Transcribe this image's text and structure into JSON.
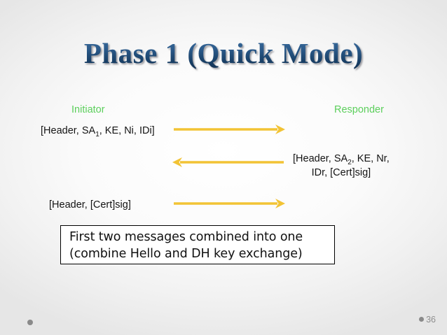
{
  "slide": {
    "title": "Phase 1 (Quick Mode)",
    "page_number": "36",
    "accent_colors": {
      "title_blue": "#1f4e79",
      "party_green": "#5ccf5c",
      "arrow_gold": "#f2c335",
      "footer_gray": "#8a8a8a"
    }
  },
  "parties": {
    "initiator": "Initiator",
    "responder": "Responder"
  },
  "messages": [
    {
      "id": "msg1",
      "direction": "initiator-to-responder",
      "prefix": "[Header, SA",
      "subscript": "1",
      "suffix": ", KE, Ni, IDi]",
      "full_text": "[Header, SA1, KE, Ni, IDi]"
    },
    {
      "id": "msg2",
      "direction": "responder-to-initiator",
      "prefix": "[Header, SA",
      "subscript": "2",
      "suffix": ", KE, Nr,",
      "line2": "IDr, [Cert]sig]",
      "full_text": "[Header, SA2, KE, Nr, IDr, [Cert]sig]"
    },
    {
      "id": "msg3",
      "direction": "initiator-to-responder",
      "prefix": "[Header, [Cert]sig]",
      "subscript": "",
      "suffix": "",
      "full_text": "[Header, [Cert]sig]"
    }
  ],
  "callout": {
    "line1": "First two messages combined into one",
    "line2": "(combine Hello and DH key exchange)"
  }
}
